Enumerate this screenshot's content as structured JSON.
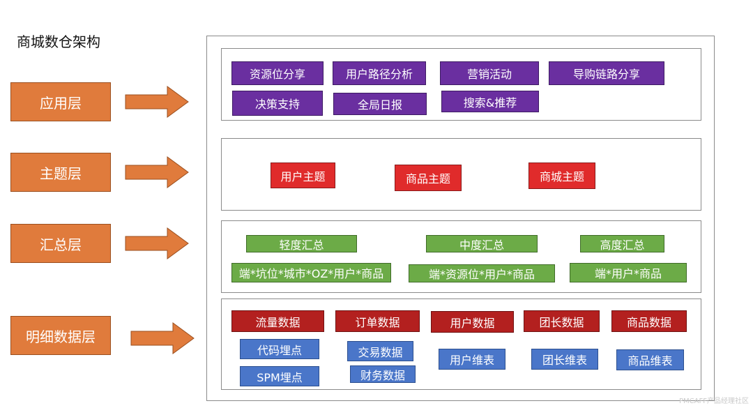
{
  "title": "商城数仓架构",
  "layers": [
    {
      "label": "应用层"
    },
    {
      "label": "主题层"
    },
    {
      "label": "汇总层"
    },
    {
      "label": "明细数据层"
    }
  ],
  "application": {
    "items": [
      "资源位分享",
      "用户路径分析",
      "营销活动",
      "导购链路分享",
      "决策支持",
      "全局日报",
      "搜索&推荐"
    ]
  },
  "theme": {
    "items": [
      "用户主题",
      "商品主题",
      "商城主题"
    ]
  },
  "summary": {
    "levels": [
      "轻度汇总",
      "中度汇总",
      "高度汇总"
    ],
    "dimensions": [
      "端*坑位*城市*OZ*用户*商品",
      "端*资源位*用户*商品",
      "端*用户*商品"
    ]
  },
  "detail": {
    "categories": [
      "流量数据",
      "订单数据",
      "用户数据",
      "团长数据",
      "商品数据"
    ],
    "sub": [
      "代码埋点",
      "SPM埋点",
      "交易数据",
      "财务数据",
      "用户维表",
      "团长维表",
      "商品维表"
    ]
  },
  "watermark": "PMCAFF产品经理社区",
  "colors": {
    "layer_label": "#e07b3c",
    "application": "#6a2fa0",
    "theme": "#e02b2b",
    "summary": "#6cab47",
    "detail_category": "#b3201f",
    "detail_sub": "#4a76c9"
  }
}
